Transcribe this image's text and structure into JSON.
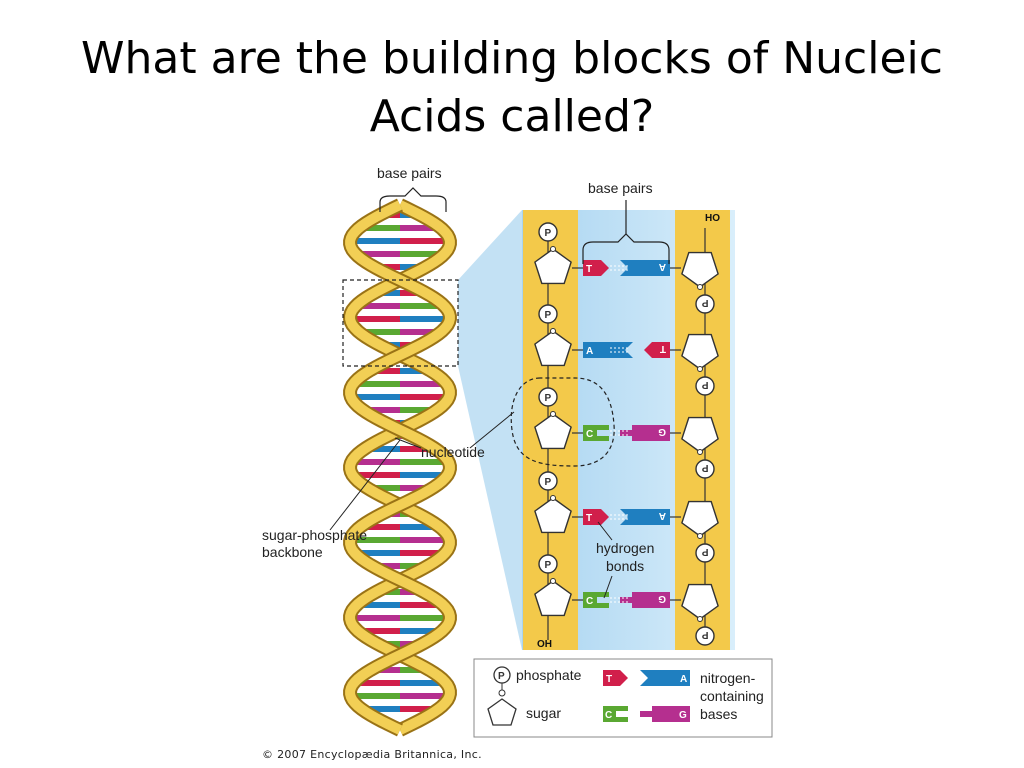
{
  "title": {
    "line1": "What are the building blocks of Nucleic",
    "line2": "Acids called?"
  },
  "diagram": {
    "labels": {
      "base_pairs_top": "base pairs",
      "base_pairs_detail": "base pairs",
      "nucleotide": "nucleotide",
      "backbone_line1": "sugar-phosphate",
      "backbone_line2": "backbone",
      "hydrogen_line1": "hydrogen",
      "hydrogen_line2": "bonds",
      "ho_end": "HO",
      "oh_end": "OH",
      "phosphate_symbol": "P"
    },
    "rows": [
      {
        "left": "T",
        "right": "A"
      },
      {
        "left": "A",
        "right": "T"
      },
      {
        "left": "C",
        "right": "G"
      },
      {
        "left": "T",
        "right": "A"
      },
      {
        "left": "C",
        "right": "G"
      }
    ],
    "legend": {
      "phosphate": "phosphate",
      "sugar": "sugar",
      "nitrogen_line1": "nitrogen-",
      "nitrogen_line2": "containing",
      "nitrogen_line3": "bases",
      "t": "T",
      "a": "A",
      "c": "C",
      "g": "G"
    },
    "colors": {
      "T": "#d11f4b",
      "A": "#1f7fc0",
      "C": "#5aa832",
      "G": "#b52f8f",
      "backbone": "#f3c94a",
      "panel": "#c9e6f7"
    }
  },
  "copyright": "© 2007 Encyclopædia Britannica, Inc."
}
